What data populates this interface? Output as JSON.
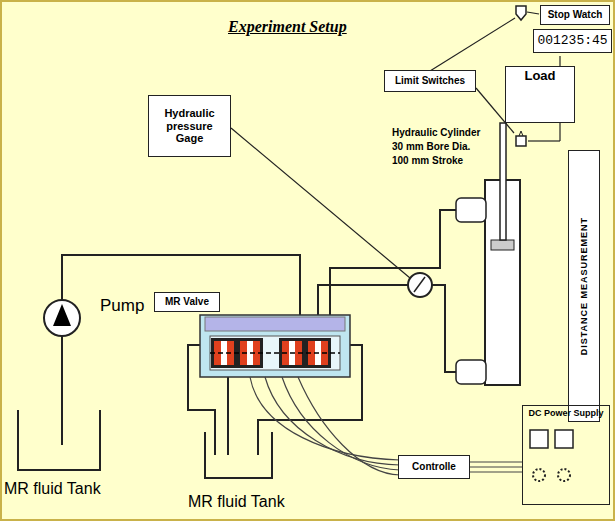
{
  "diagram": {
    "title": "Experiment Setup",
    "nodes": [
      {
        "text": [
          "Stop Watch"
        ]
      },
      {
        "text": [
          "001235:45"
        ]
      },
      {
        "text": [
          "Limit Switches"
        ]
      },
      {
        "text": [
          "Load"
        ]
      },
      {
        "text": [
          "Hydraulic pressure Gage"
        ]
      },
      {
        "text": [
          "DISTANCE MEASUREMENT"
        ]
      },
      {
        "text": [
          "MR Valve"
        ]
      },
      {
        "text": [
          "DC Power Supply"
        ]
      },
      {
        "text": [
          "Controlle"
        ]
      }
    ],
    "edges": [
      {
        "from": 8,
        "to": 7,
        "arrow": "none"
      }
    ],
    "labels": [
      "Hydraulic Cylinder",
      "30 mm Bore Dia.",
      "100 mm Stroke",
      "Pump",
      "MR fluid Tank",
      "MR fluid Tank"
    ]
  }
}
